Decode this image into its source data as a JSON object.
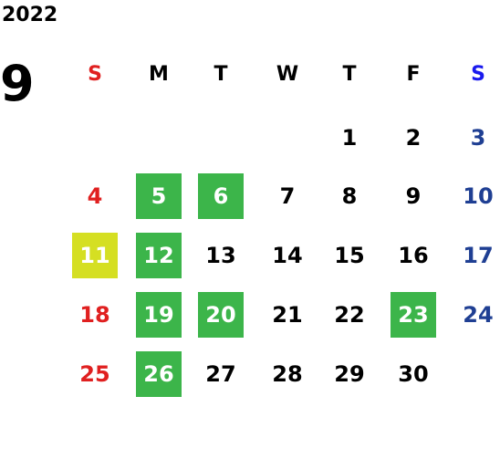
{
  "year": "2022",
  "month": "9",
  "colors": {
    "sunday": "#e02020",
    "saturday_header": "#1a1aee",
    "saturday": "#1f3f93",
    "highlight_green": "#3cb54a",
    "highlight_yellow": "#d5df22"
  },
  "weekdays": [
    "S",
    "M",
    "T",
    "W",
    "T",
    "F",
    "S"
  ],
  "weeks": [
    [
      "",
      "",
      "",
      "",
      "1",
      "2",
      "3"
    ],
    [
      "4",
      "5",
      "6",
      "7",
      "8",
      "9",
      "10"
    ],
    [
      "11",
      "12",
      "13",
      "14",
      "15",
      "16",
      "17"
    ],
    [
      "18",
      "19",
      "20",
      "21",
      "22",
      "23",
      "24"
    ],
    [
      "25",
      "26",
      "27",
      "28",
      "29",
      "30",
      ""
    ]
  ],
  "highlights_green": [
    "5",
    "6",
    "12",
    "19",
    "20",
    "23",
    "26"
  ],
  "highlights_yellow": [
    "11"
  ]
}
